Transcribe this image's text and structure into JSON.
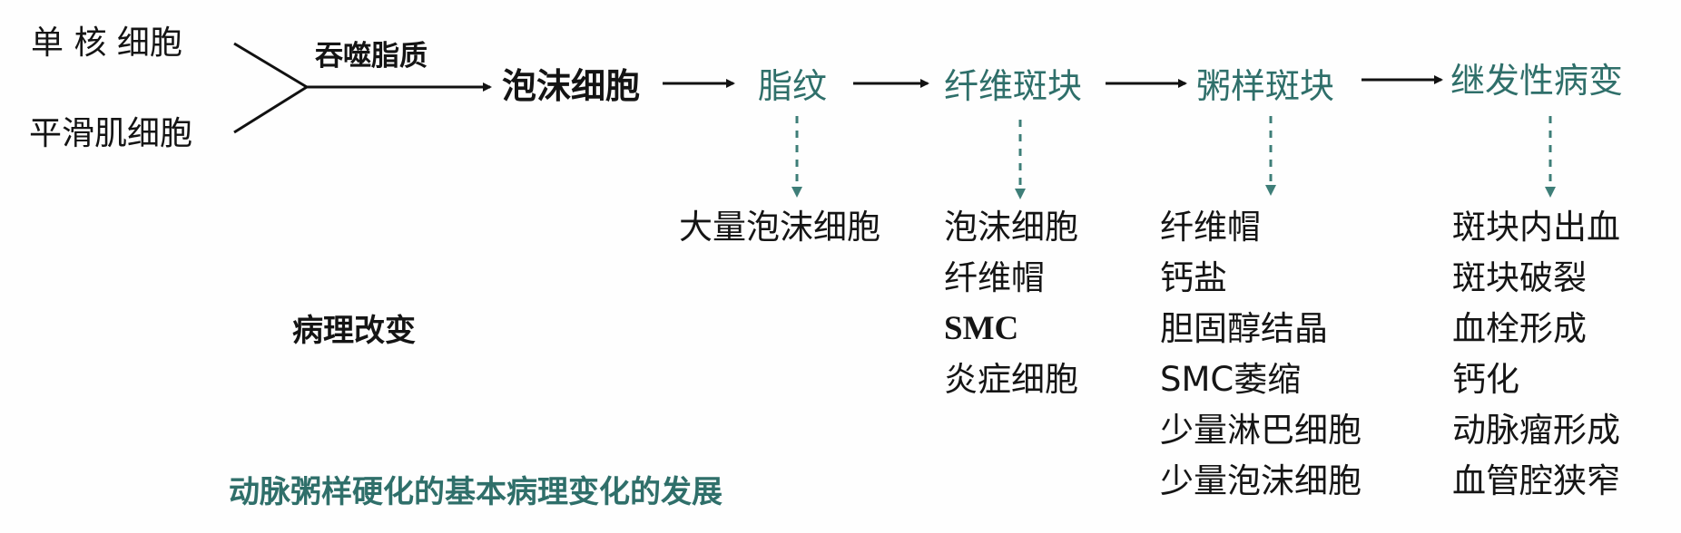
{
  "sources": [
    "单 核 细胞",
    "平滑肌细胞"
  ],
  "process_label": "吞噬脂质",
  "foam_cell": "泡沫细胞",
  "stages": [
    {
      "label": "脂纹",
      "items": [
        "大量泡沫细胞"
      ]
    },
    {
      "label": "纤维斑块",
      "items": [
        "泡沫细胞",
        "纤维帽",
        "SMC",
        "炎症细胞"
      ]
    },
    {
      "label": "粥样斑块",
      "items": [
        "纤维帽",
        "钙盐",
        "胆固醇结晶",
        "SMC萎缩",
        "少量淋巴细胞",
        "少量泡沫细胞"
      ]
    },
    {
      "label": "继发性病变",
      "items": [
        "斑块内出血",
        "斑块破裂",
        "血栓形成",
        "钙化",
        "动脉瘤形成",
        "血管腔狭窄"
      ]
    }
  ],
  "row_label": "病理改变",
  "caption": "动脉粥样硬化的基本病理变化的发展",
  "colors": {
    "text": "#141414",
    "accent": "#2f6f6a",
    "arrow_dashed": "#3e7e78"
  }
}
